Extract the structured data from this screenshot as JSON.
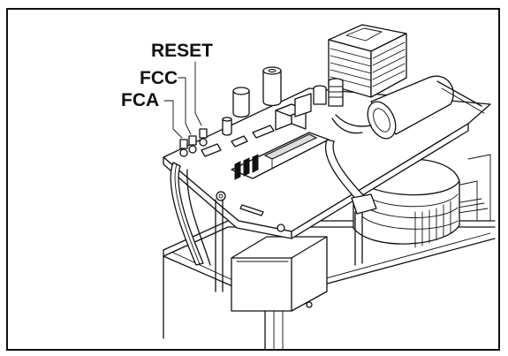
{
  "labels": {
    "reset": "RESET",
    "fcc": "FCC",
    "fca": "FCA"
  }
}
